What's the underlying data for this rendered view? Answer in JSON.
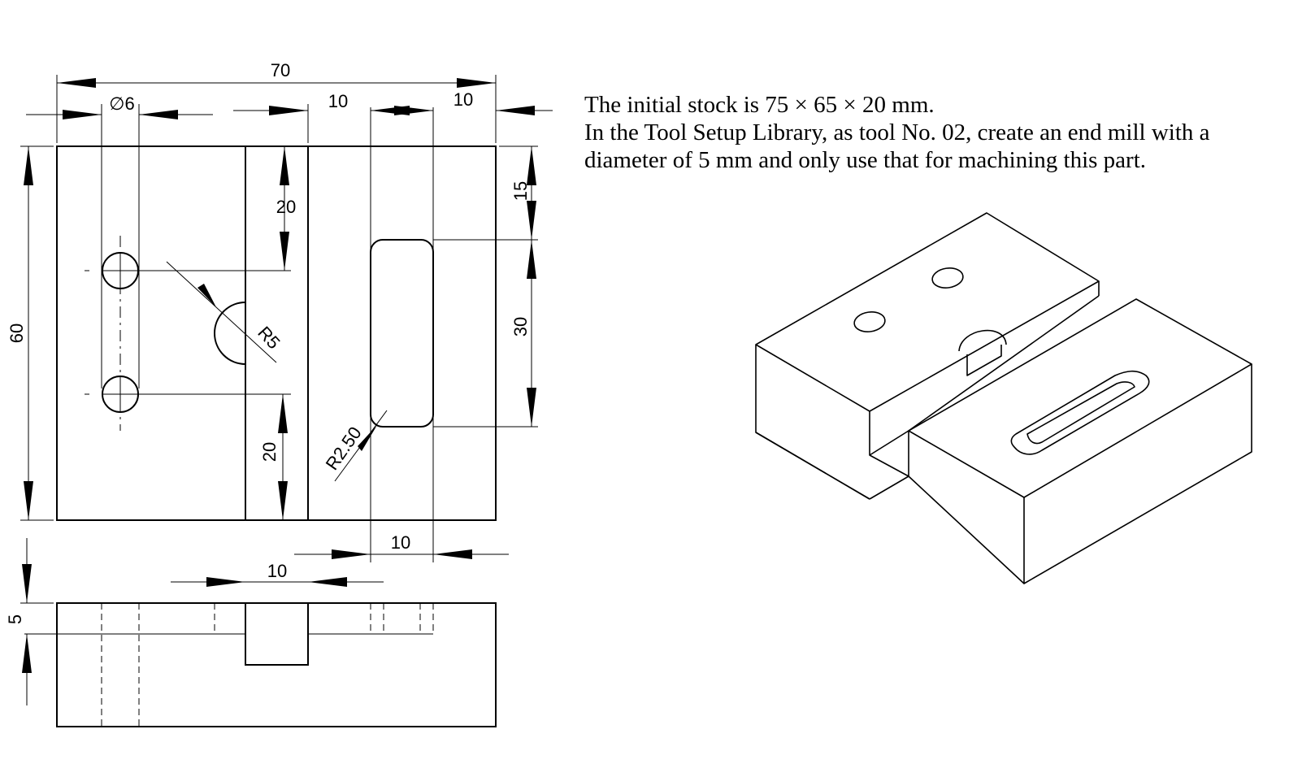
{
  "notes": {
    "line1": "The initial stock is 75 × 65 × 20 mm.",
    "line2": "In the Tool Setup Library, as tool No. 02, create an end mill with a",
    "line3": "diameter of 5 mm and only use that for machining this part."
  },
  "dimensions": {
    "overall_width": "70",
    "hole_diameter": "∅6",
    "slot_offset_left": "10",
    "slot_offset_right": "10",
    "overall_height": "60",
    "top_to_pocket": "15",
    "pocket_length": "30",
    "upper_hole_offset": "20",
    "lower_hole_offset": "20",
    "arc_radius": "R5",
    "pocket_corner_radius": "R2.50",
    "pocket_width": "10",
    "groove_width": "10",
    "groove_depth": "5"
  }
}
